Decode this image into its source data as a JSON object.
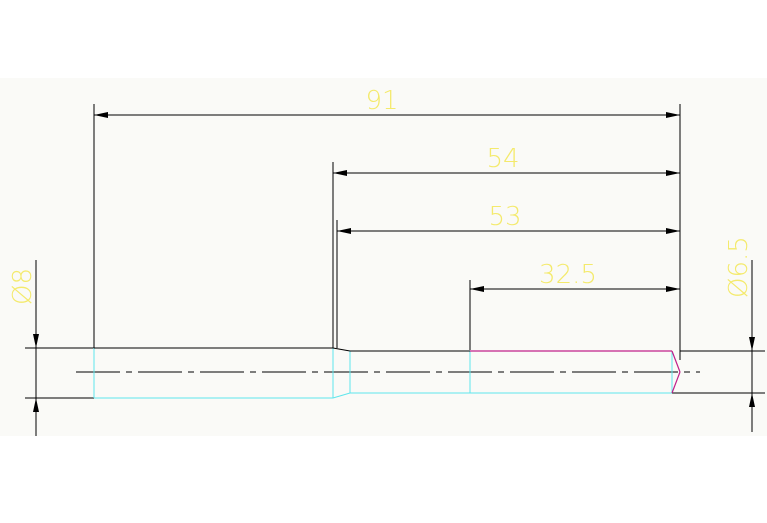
{
  "drawing": {
    "dimensions": {
      "overall_length": "91",
      "length_54": "54",
      "length_53": "53",
      "length_32_5": "32.5",
      "diameter_left": "Ø8",
      "diameter_right": "Ø6.5"
    },
    "colors": {
      "background": "#fafaf7",
      "dimension_line": "#000000",
      "dimension_text": "#f4ea6c",
      "part_outline": "#5fe6ec",
      "highlight_edge": "#c0208a"
    }
  }
}
